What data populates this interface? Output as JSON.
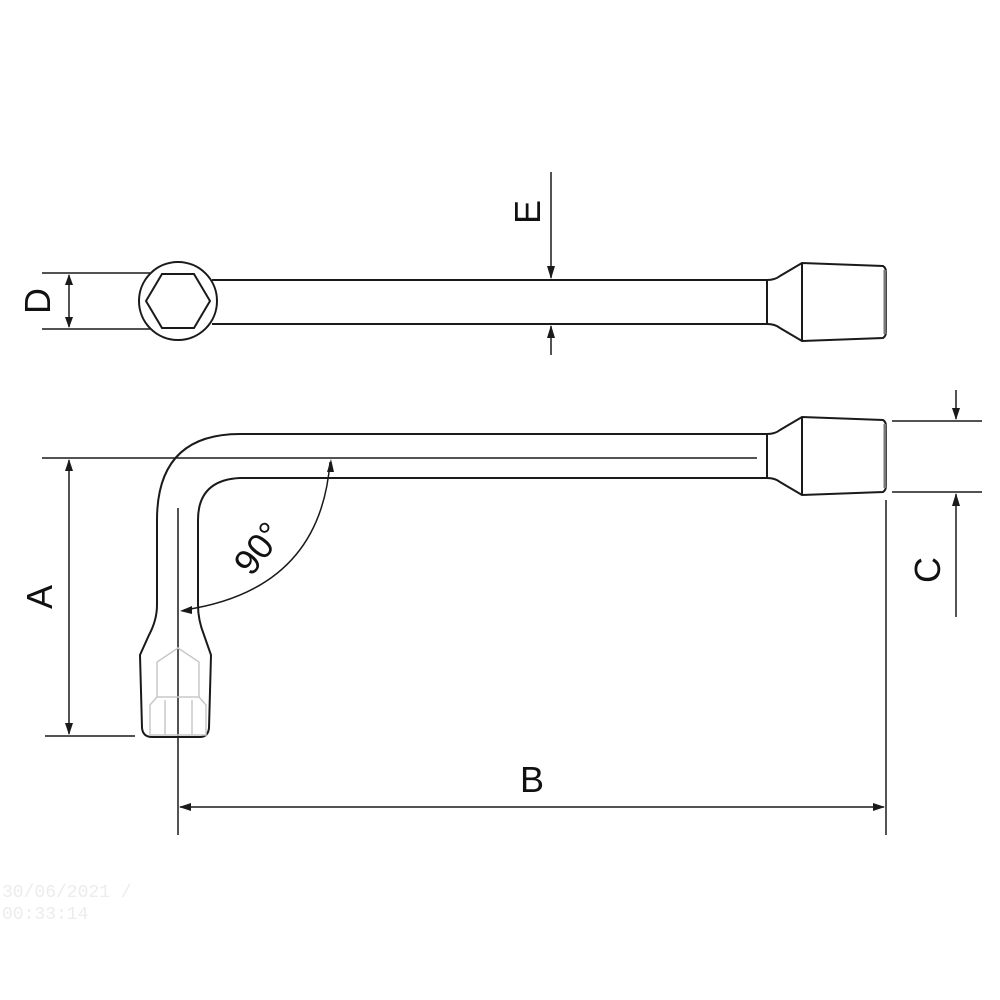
{
  "diagram": {
    "title": "L-type socket wrench dimension drawing",
    "views": [
      "top-view",
      "side-view"
    ],
    "dimension_labels": {
      "A": "A",
      "B": "B",
      "C": "C",
      "D": "D",
      "E": "E",
      "angle": "90°"
    },
    "colors": {
      "line": "#1a1a1a",
      "hidden_detail": "#c8c8c8",
      "background": "#ffffff"
    }
  },
  "watermark": {
    "text": "30/06/2021 / 00:33:14"
  }
}
